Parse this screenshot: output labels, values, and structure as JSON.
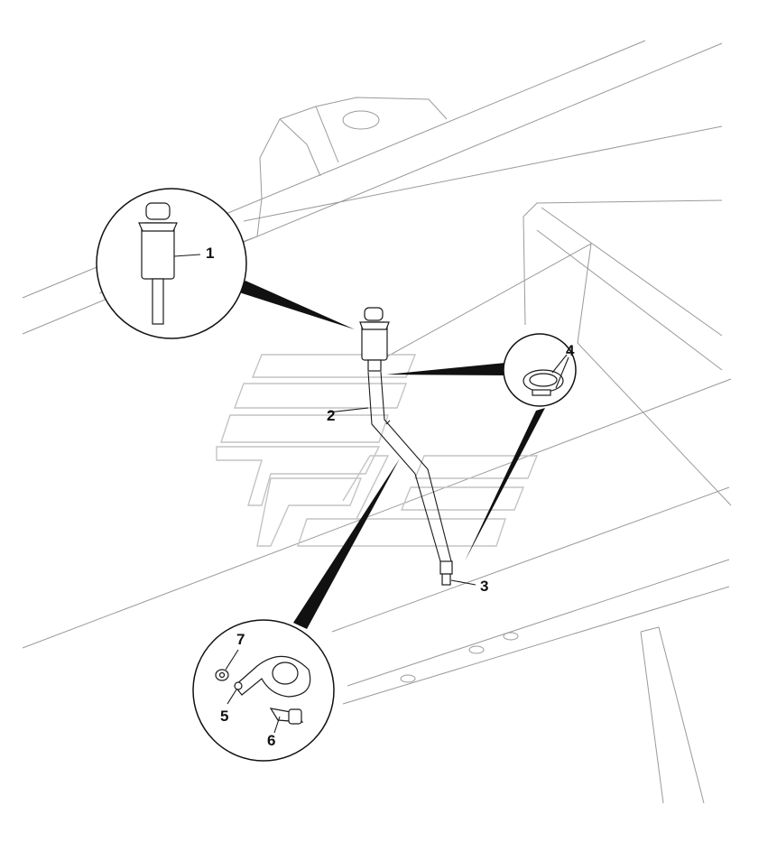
{
  "callouts": {
    "c1": "1",
    "c2": "2",
    "c3": "3",
    "c4": "4",
    "c5": "5",
    "c6": "6",
    "c7": "7"
  },
  "colors": {
    "ink": "#1a1a1a",
    "background_lines": "#9a9a9a",
    "watermark": "#c4c4c4"
  }
}
